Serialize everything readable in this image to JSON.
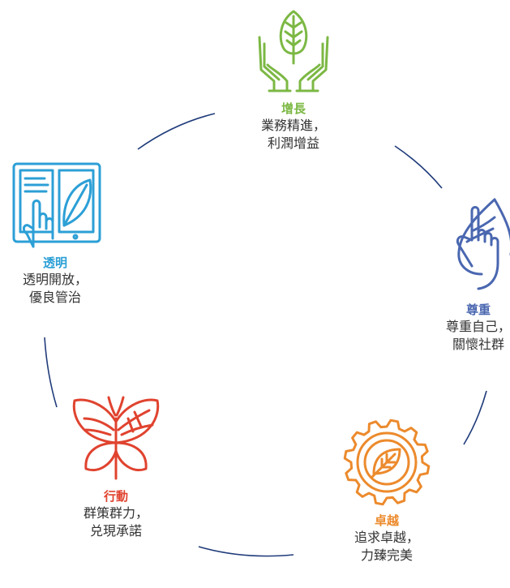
{
  "values": [
    {
      "key": "growth",
      "icon": "leaf-in-hands-icon",
      "color": "#7cb844",
      "title": "增長",
      "line1": "業務精進，",
      "line2": "利潤增益"
    },
    {
      "key": "respect",
      "icon": "hand-on-leaf-icon",
      "color": "#4a67b0",
      "title": "尊重",
      "line1": "尊重自己，",
      "line2": "關懷社群"
    },
    {
      "key": "excellence",
      "icon": "leaf-in-gear-icon",
      "color": "#ec8a2c",
      "title": "卓越",
      "line1": "追求卓越，",
      "line2": "力臻完美"
    },
    {
      "key": "action",
      "icon": "leaf-butterfly-icon",
      "color": "#e0432f",
      "title": "行動",
      "line1": "群策群力，",
      "line2": "兑現承諾"
    },
    {
      "key": "transparency",
      "icon": "touch-tablet-icon",
      "color": "#2c9fd6",
      "title": "透明",
      "line1": "透明開放，",
      "line2": "優良管治"
    }
  ],
  "ring_color": "#1f3b7a"
}
